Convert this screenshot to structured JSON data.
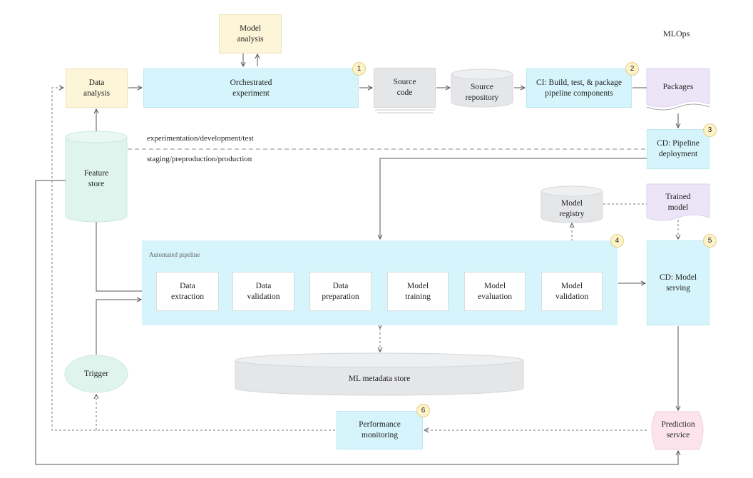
{
  "title": "MLOps",
  "nodes": {
    "model_analysis": "Model\nanalysis",
    "data_analysis": "Data\nanalysis",
    "orchestrated_experiment": "Orchestrated\nexperiment",
    "source_code": "Source\ncode",
    "source_repository": "Source\nrepository",
    "ci": "CI: Build, test, & package\npipeline components",
    "packages": "Packages",
    "cd_pipeline": "CD: Pipeline\ndeployment",
    "feature_store": "Feature\nstore",
    "model_registry": "Model\nregistry",
    "trained_model": "Trained\nmodel",
    "cd_model_serving": "CD: Model\nserving",
    "ml_metadata_store": "ML metadata store",
    "trigger": "Trigger",
    "performance_monitoring": "Performance\nmonitoring",
    "prediction_service": "Prediction\nservice"
  },
  "automated_pipeline": {
    "title": "Automated pipeline",
    "steps": [
      "Data\nextraction",
      "Data\nvalidation",
      "Data\npreparation",
      "Model\ntraining",
      "Model\nevaluation",
      "Model\nvalidation"
    ]
  },
  "environment_labels": {
    "upper": "experimentation/development/test",
    "lower": "staging/preproduction/production"
  },
  "badges": [
    "1",
    "2",
    "3",
    "4",
    "5",
    "6"
  ],
  "colors": {
    "yellow": "#fdf5d8",
    "blue": "#d6f4fb",
    "green": "#dff4ec",
    "gray": "#e5e6e8",
    "purple": "#ece4f7",
    "pink": "#fce3ec",
    "line": "#555555"
  }
}
